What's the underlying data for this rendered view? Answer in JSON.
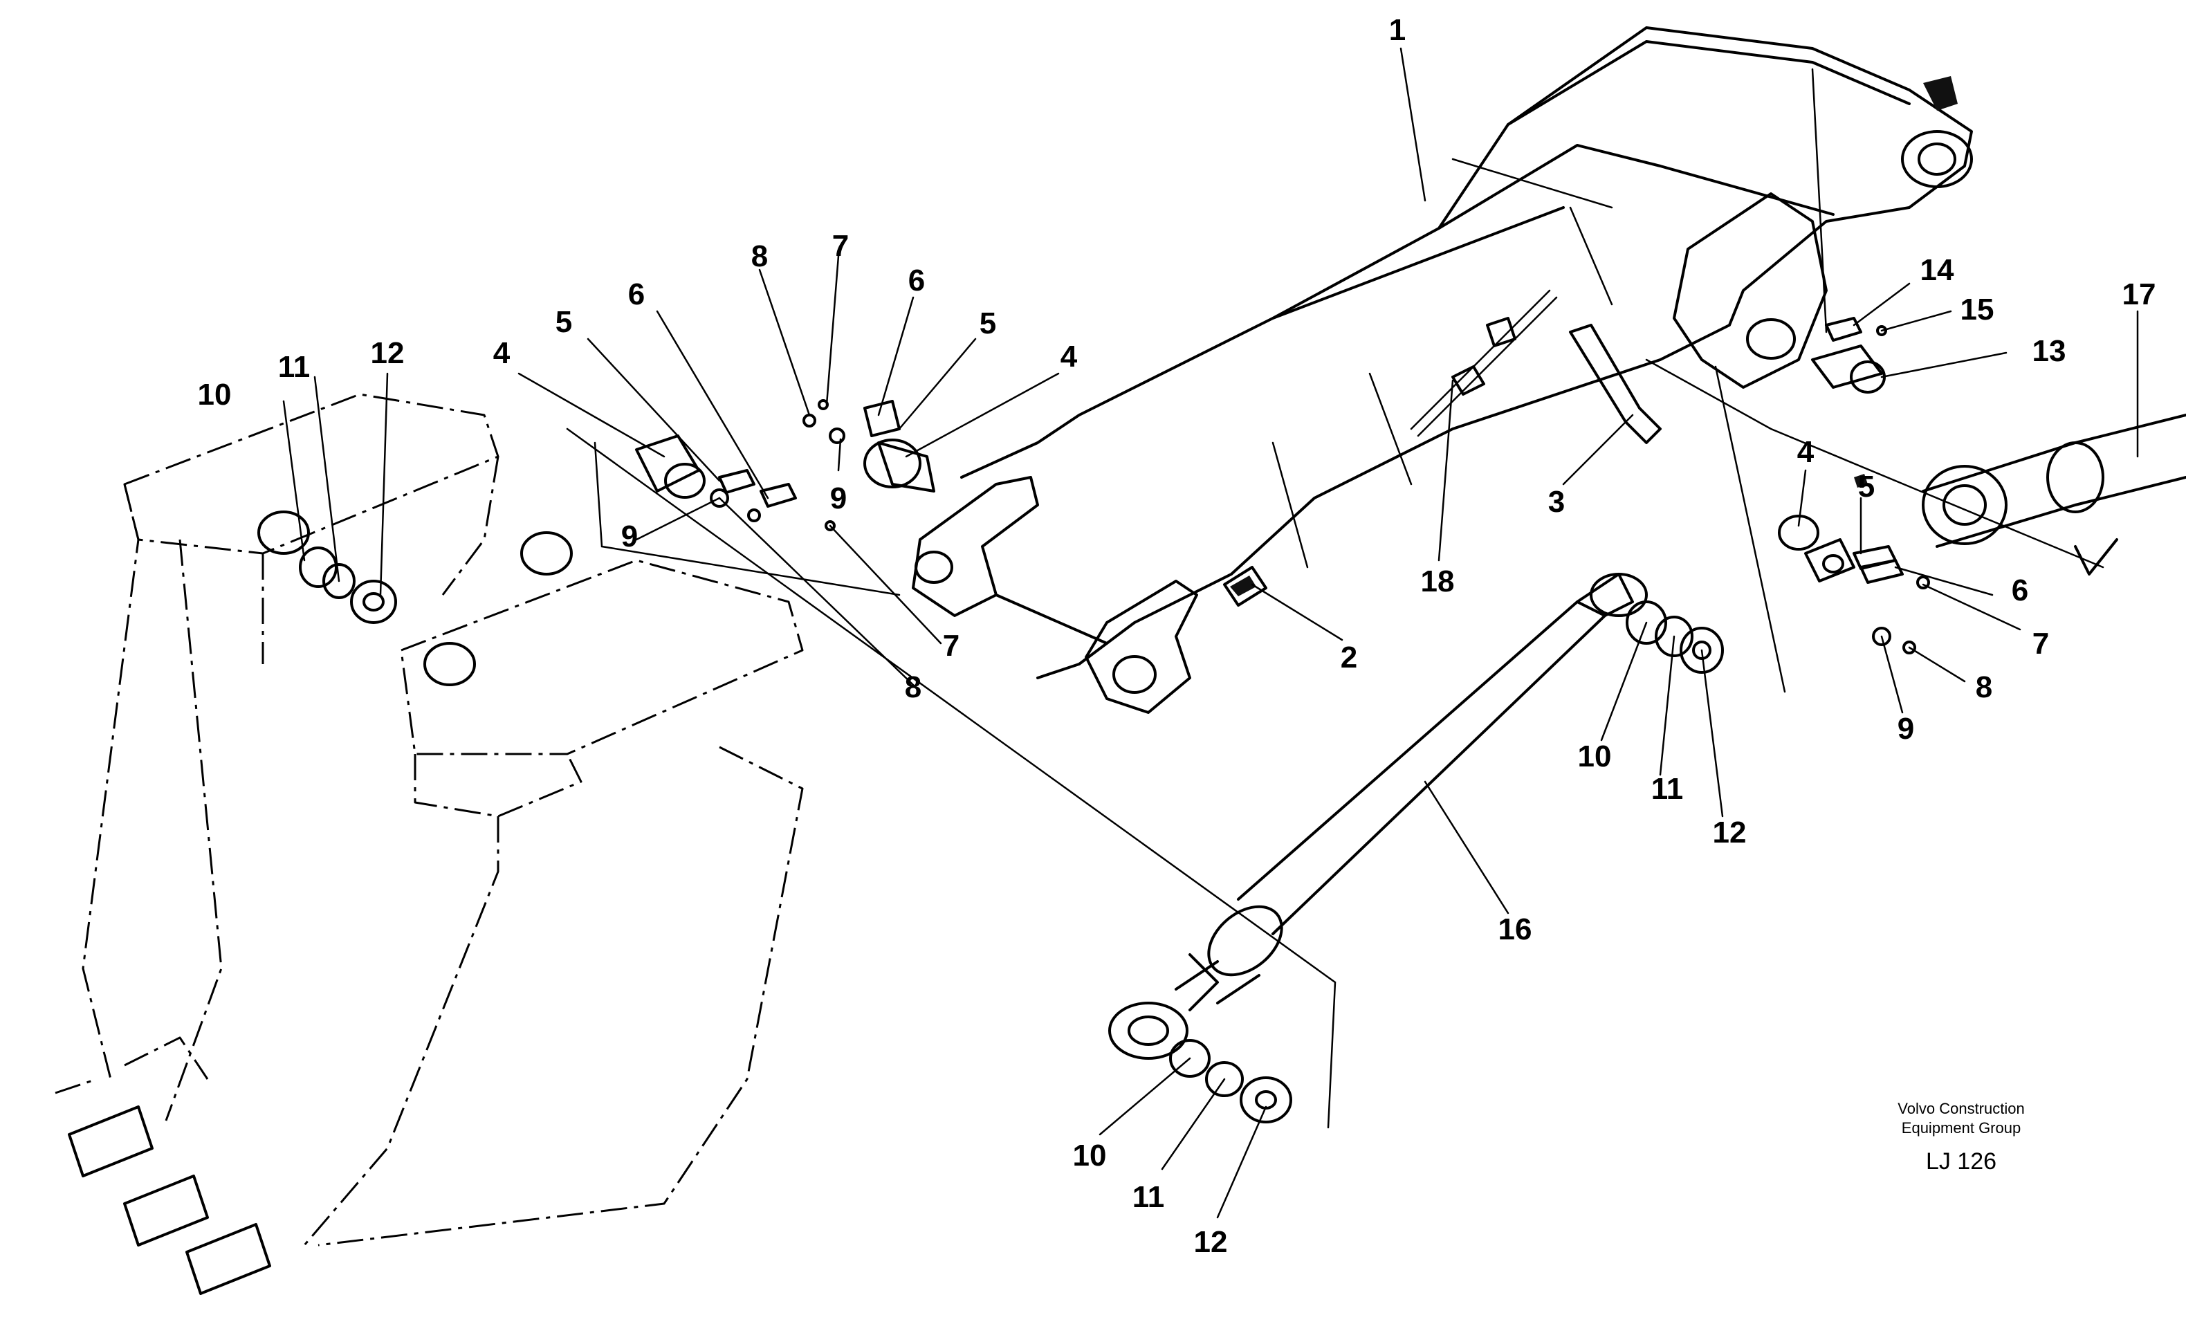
{
  "callouts": [
    {
      "id": "boom",
      "label": "1"
    },
    {
      "id": "lube-block",
      "label": "2"
    },
    {
      "id": "hose-clamp",
      "label": "3"
    },
    {
      "id": "pin-bucket",
      "label": "4"
    },
    {
      "id": "lock-plate-bucket",
      "label": "5"
    },
    {
      "id": "bracket-bucket",
      "label": "6"
    },
    {
      "id": "screw-bucket",
      "label": "7"
    },
    {
      "id": "washer-bucket",
      "label": "8"
    },
    {
      "id": "nipple-bucket",
      "label": "9"
    },
    {
      "id": "bushing-bucket",
      "label": "10"
    },
    {
      "id": "ring-bucket",
      "label": "11"
    },
    {
      "id": "seal-bucket",
      "label": "12"
    },
    {
      "id": "pin-boomtip",
      "label": "4"
    },
    {
      "id": "lock-plate-boomtip",
      "label": "5"
    },
    {
      "id": "bracket-boomtip",
      "label": "6"
    },
    {
      "id": "screw-boomtip",
      "label": "7"
    },
    {
      "id": "washer-boomtip",
      "label": "8"
    },
    {
      "id": "nipple-boomtip",
      "label": "9"
    },
    {
      "id": "pin-foot",
      "label": "13"
    },
    {
      "id": "plate-foot",
      "label": "14"
    },
    {
      "id": "screw-foot",
      "label": "15"
    },
    {
      "id": "pin-rear",
      "label": "4"
    },
    {
      "id": "lock-plate-rear",
      "label": "5"
    },
    {
      "id": "bracket-rear",
      "label": "6"
    },
    {
      "id": "screw-rear",
      "label": "7"
    },
    {
      "id": "washer-rear",
      "label": "8"
    },
    {
      "id": "nipple-rear",
      "label": "9"
    },
    {
      "id": "bushing-cyl-top",
      "label": "10"
    },
    {
      "id": "ring-cyl-top",
      "label": "11"
    },
    {
      "id": "seal-cyl-top",
      "label": "12"
    },
    {
      "id": "cylinder",
      "label": "16"
    },
    {
      "id": "shaft",
      "label": "17"
    },
    {
      "id": "hose-guide",
      "label": "18"
    },
    {
      "id": "bushing-cyl-bottom",
      "label": "10"
    },
    {
      "id": "ring-cyl-bottom",
      "label": "11"
    },
    {
      "id": "seal-cyl-bottom",
      "label": "12"
    }
  ],
  "footer": {
    "company_line1": "Volvo Construction",
    "company_line2": "Equipment Group",
    "drawing_code": "LJ 126"
  }
}
